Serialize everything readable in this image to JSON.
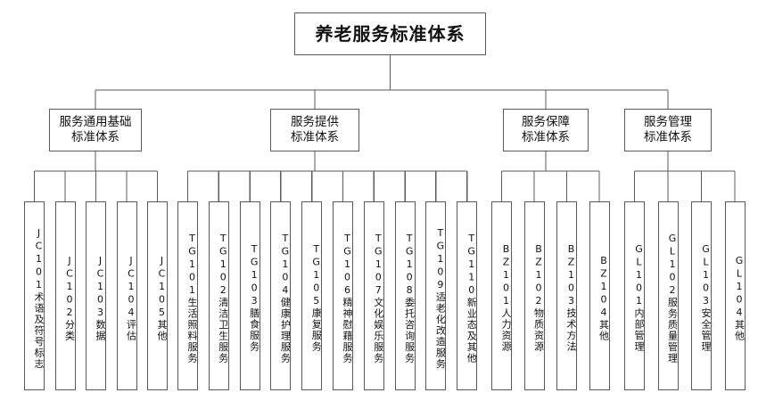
{
  "diagram": {
    "title": "养老服务标准体系",
    "type": "organization-tree",
    "colors": {
      "border": "#5a5a5a",
      "line": "#5a5a5a",
      "background": "#ffffff",
      "text": "#111111"
    },
    "root": {
      "label": "养老服务标准体系"
    },
    "branches": [
      {
        "id": "JC",
        "label": "服务通用基础\n标准体系",
        "children": [
          {
            "code": "JC101",
            "label": "术语及符号标志",
            "full": "JC101术语及符号标志"
          },
          {
            "code": "JC102",
            "label": "分类",
            "full": "JC102分类"
          },
          {
            "code": "JC103",
            "label": "数据",
            "full": "JC103数据"
          },
          {
            "code": "JC104",
            "label": "评估",
            "full": "JC104评估"
          },
          {
            "code": "JC105",
            "label": "其他",
            "full": "JC105其他"
          }
        ]
      },
      {
        "id": "TG",
        "label": "服务提供\n标准体系",
        "children": [
          {
            "code": "TG101",
            "label": "生活照料服务",
            "full": "TG101生活照料服务"
          },
          {
            "code": "TG102",
            "label": "清洁卫生服务",
            "full": "TG102清洁卫生服务"
          },
          {
            "code": "TG103",
            "label": "膳食服务",
            "full": "TG103膳食服务"
          },
          {
            "code": "TG104",
            "label": "健康护理服务",
            "full": "TG104健康护理服务"
          },
          {
            "code": "TG105",
            "label": "康复服务",
            "full": "TG105康复服务"
          },
          {
            "code": "TG106",
            "label": "精神慰藉服务",
            "full": "TG106精神慰藉服务"
          },
          {
            "code": "TG107",
            "label": "文化娱乐服务",
            "full": "TG107文化娱乐服务"
          },
          {
            "code": "TG108",
            "label": "委托咨询服务",
            "full": "TG108委托咨询服务"
          },
          {
            "code": "TG109",
            "label": "适老化改造服务",
            "full": "TG109适老化改造服务"
          },
          {
            "code": "TG110",
            "label": "新业态及其他",
            "full": "TG110新业态及其他"
          }
        ]
      },
      {
        "id": "BZ",
        "label": "服务保障\n标准体系",
        "children": [
          {
            "code": "BZ101",
            "label": "人力资源",
            "full": "BZ101人力资源"
          },
          {
            "code": "BZ102",
            "label": "物质资源",
            "full": "BZ102物质资源"
          },
          {
            "code": "BZ103",
            "label": "技术方法",
            "full": "BZ103技术方法"
          },
          {
            "code": "BZ104",
            "label": "其他",
            "full": "BZ104其他"
          }
        ]
      },
      {
        "id": "GL",
        "label": "服务管理\n标准体系",
        "children": [
          {
            "code": "GL101",
            "label": "内部管理",
            "full": "GL101内部管理"
          },
          {
            "code": "GL102",
            "label": "服务质量管理",
            "full": "GL102服务质量管理"
          },
          {
            "code": "GL103",
            "label": "安全管理",
            "full": "GL103安全管理"
          },
          {
            "code": "GL104",
            "label": "其他",
            "full": "GL104其他"
          }
        ]
      }
    ]
  }
}
